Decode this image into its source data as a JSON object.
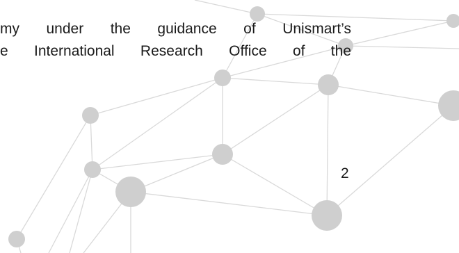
{
  "document": {
    "text_lines": [
      "my under the guidance of Unismart’s",
      "e International Research Office of the"
    ],
    "page_number": "2"
  },
  "decoration": {
    "node_color": "#cfcfcf",
    "edge_color": "#d9d9d9"
  }
}
